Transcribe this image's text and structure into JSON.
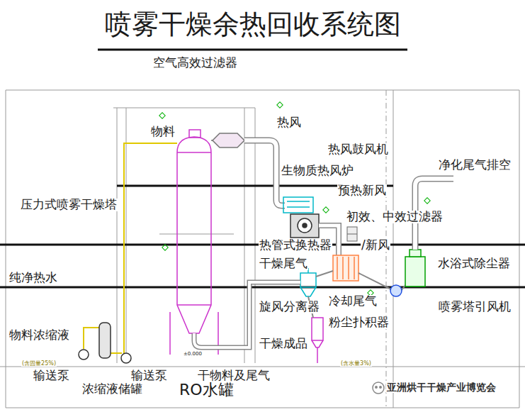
{
  "diagram": {
    "title": "喷雾干燥余热回收系统图",
    "labels": [
      "空气高效过滤器",
      "物料",
      "热风",
      "热风鼓风机",
      "生物质热风炉",
      "净化尾气排空",
      "预热新风",
      "初效、中效过滤器",
      "压力式喷雾干燥塔",
      "热管式换热器",
      "/新风",
      "干燥尾气",
      "水浴式除尘器",
      "纯净热水",
      "旋风分离器",
      "冷却尾气",
      "粉尘扑积器",
      "喷雾塔引风机",
      "物料浓缩液",
      "干燥成品",
      "(含固量25%)",
      "输送泵",
      "输送泵",
      "浓缩液储罐",
      "干物料及尾气",
      "(含水量3%)",
      "RO水罐",
      "±0.000",
      "亚洲烘干干燥产业博览会"
    ]
  }
}
